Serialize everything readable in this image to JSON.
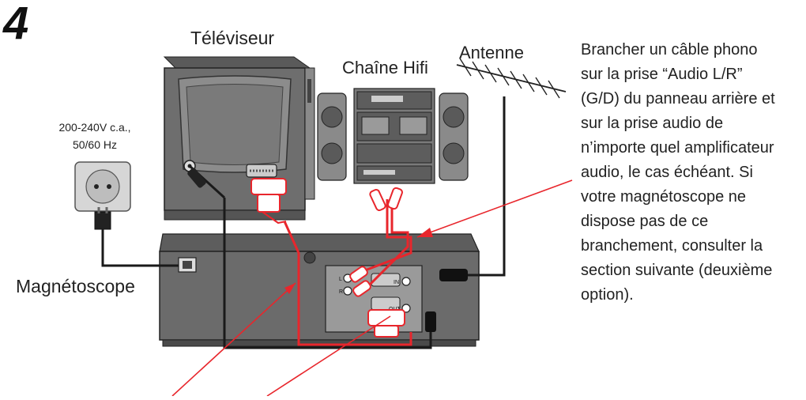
{
  "step": {
    "number": "4"
  },
  "labels": {
    "tv": "Téléviseur",
    "hifi": "Chaîne Hifi",
    "antenna": "Antenne",
    "power": [
      "200-240V c.a.,",
      "50/60 Hz"
    ],
    "vcr": "Magnétoscope"
  },
  "instruction": {
    "lines": [
      "Brancher un câble phono",
      "sur la prise “Audio L/R”",
      "(G/D) du panneau arrière et",
      "sur la prise audio de",
      "n’importe quel amplificateur",
      "audio, le cas échéant. Si",
      "votre magnétoscope ne",
      "dispose pas de ce",
      "branchement, consulter la",
      "section suivante (deuxième",
      "option)."
    ]
  },
  "ports": {
    "left": "L",
    "right": "R",
    "in": "IN",
    "out": "OUT"
  },
  "colors": {
    "cable_red": "#e8262c",
    "cable_black": "#1a1a1a",
    "device_dark": "#6b6b6b",
    "device_light": "#9a9a9a",
    "pointer": "#e8262c"
  }
}
